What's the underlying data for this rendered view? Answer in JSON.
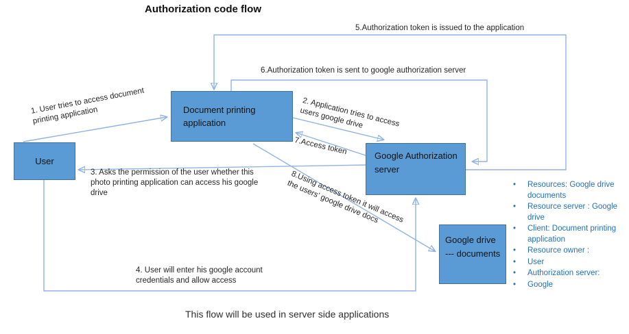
{
  "title": "Authorization code flow",
  "caption": "This flow will be used in server side applications",
  "boxes": {
    "user": {
      "label": "User"
    },
    "app": {
      "label": "Document printing\napplication"
    },
    "auth": {
      "label": "Google Authorization\nserver"
    },
    "drive": {
      "label": "Google drive\n--- documents"
    }
  },
  "edges": {
    "e1": {
      "label": "1. User tries to access document\nprinting application"
    },
    "e2": {
      "label": "2. Application tries to access\nusers google drive"
    },
    "e3": {
      "label": "3. Asks the permission of the user whether this\nphoto printing application can access his google\ndrive"
    },
    "e4": {
      "label": "4. User will enter his google account\ncredentials and allow access"
    },
    "e5": {
      "label": "5.Authorization token is issued to the application"
    },
    "e6": {
      "label": "6.Authorization token is sent to google authorization server"
    },
    "e7": {
      "label": "7.Access token"
    },
    "e8": {
      "label": "8.Using access token it will access\nthe users’ google drive docs"
    }
  },
  "notes": {
    "items": [
      "Resources: Google drive documents",
      "Resource server : Google drive",
      "Client: Document printing application",
      "Resource owner :",
      "User",
      "Authorization server:",
      "Google"
    ]
  },
  "colors": {
    "box-fill": "#5B9BD5",
    "box-border": "#41719C",
    "line": "#8FB4E3",
    "line-strong": "#6F9FD8",
    "notes-blue": "#2570B8"
  }
}
